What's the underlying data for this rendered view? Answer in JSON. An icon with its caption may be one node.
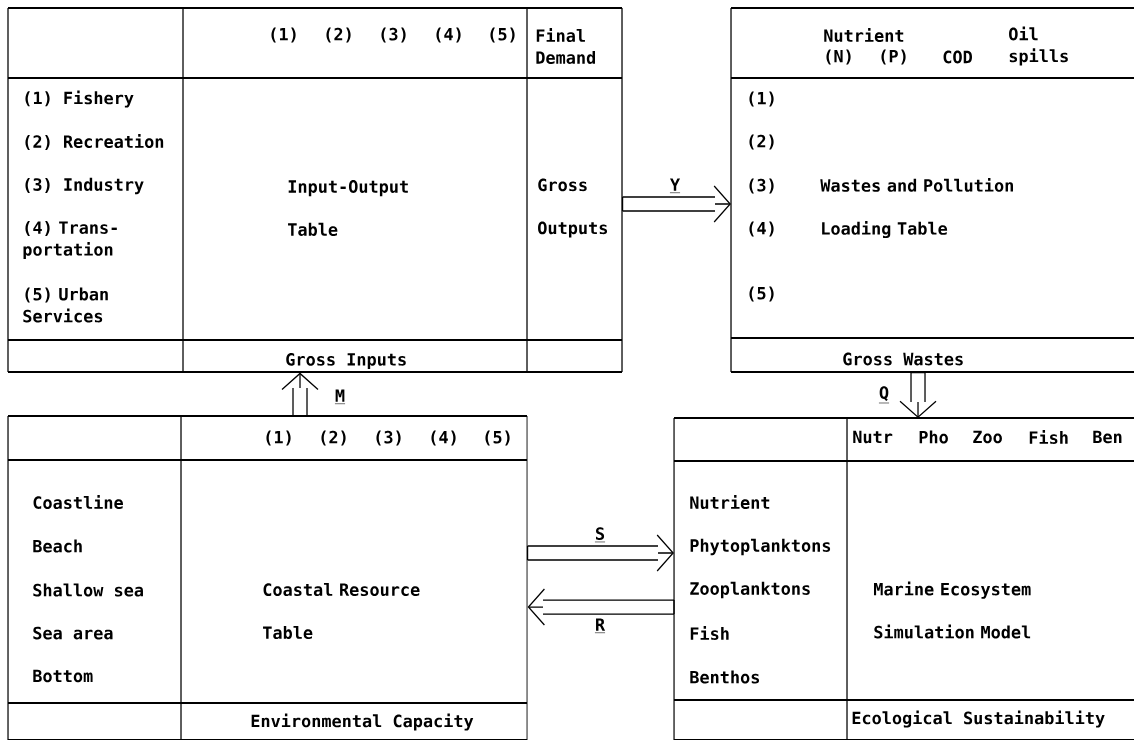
{
  "diagram": {
    "nodes": [
      {
        "text": [
          "(1)",
          "(2)",
          "(3)",
          "(4)",
          "(5)",
          "Final Demand",
          "(1) Fishery",
          "(2) Recreation",
          "(3) Industry",
          "(4) Trans- portation",
          "(5) Urban Services",
          "Input-Output Table",
          "Gross Outputs",
          "Gross Inputs"
        ]
      },
      {
        "text": [
          "Nutrient",
          "(N)",
          "(P)",
          "COD",
          "Oil spills",
          "(1)",
          "(2)",
          "(3)",
          "(4)",
          "(5)",
          "Wastes and Pollution Loading Table",
          "Gross Wastes"
        ]
      },
      {
        "text": [
          "(1)",
          "(2)",
          "(3)",
          "(4)",
          "(5)",
          "Coastline",
          "Beach",
          "Shallow sea",
          "Sea area",
          "Bottom",
          "Coastal Resource Table",
          "Environmental Capacity"
        ]
      },
      {
        "text": [
          "Nutr",
          "Pho",
          "Zoo",
          "Fish",
          "Ben",
          "Nutrient",
          "Phytoplanktons",
          "Zooplanktons",
          "Fish",
          "Benthos",
          "Marine Ecosystem Simulation Model",
          "Ecological Sustainability"
        ]
      }
    ],
    "edges": [
      {
        "from": 0,
        "to": 1,
        "arrow": "to",
        "label": "Y"
      },
      {
        "from": 1,
        "to": 3,
        "arrow": "to",
        "label": "Q"
      },
      {
        "from": 2,
        "to": 3,
        "arrow": "to",
        "label": "S"
      },
      {
        "from": 3,
        "to": 2,
        "arrow": "to",
        "label": "R"
      },
      {
        "from": 2,
        "to": 0,
        "arrow": "to",
        "label": "M"
      }
    ]
  }
}
